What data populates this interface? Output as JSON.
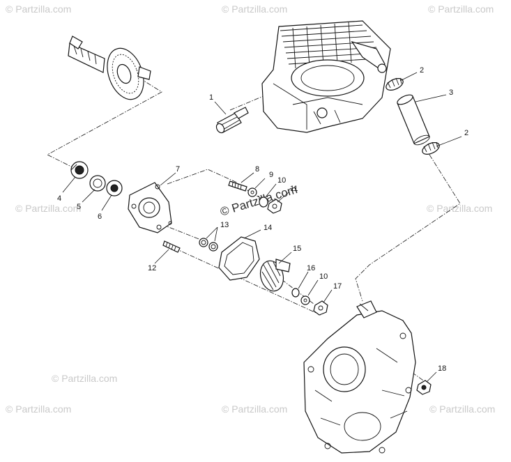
{
  "watermark": {
    "text": "© Partzilla.com"
  },
  "callouts": [
    {
      "id": "c1",
      "label": "1"
    },
    {
      "id": "c2a",
      "label": "2"
    },
    {
      "id": "c2b",
      "label": "2"
    },
    {
      "id": "c3",
      "label": "3"
    },
    {
      "id": "c4",
      "label": "4"
    },
    {
      "id": "c5",
      "label": "5"
    },
    {
      "id": "c6",
      "label": "6"
    },
    {
      "id": "c7",
      "label": "7"
    },
    {
      "id": "c8",
      "label": "8"
    },
    {
      "id": "c9",
      "label": "9"
    },
    {
      "id": "c10a",
      "label": "10"
    },
    {
      "id": "c11",
      "label": "11"
    },
    {
      "id": "c12",
      "label": "12"
    },
    {
      "id": "c13",
      "label": "13"
    },
    {
      "id": "c14",
      "label": "14"
    },
    {
      "id": "c15",
      "label": "15"
    },
    {
      "id": "c16",
      "label": "16"
    },
    {
      "id": "c10b",
      "label": "10"
    },
    {
      "id": "c17",
      "label": "17"
    },
    {
      "id": "c18",
      "label": "18"
    }
  ]
}
